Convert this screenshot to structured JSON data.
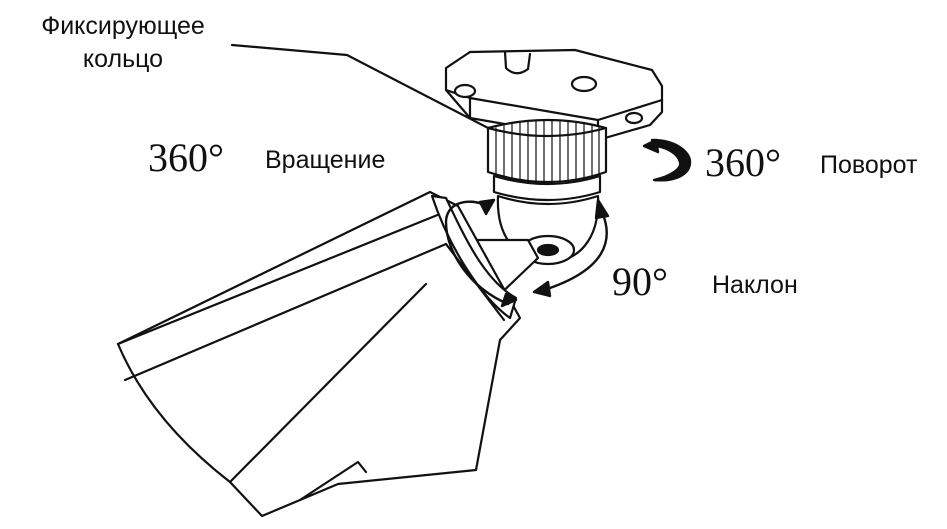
{
  "labels": {
    "fixing_ring_line1": "Фиксирующее",
    "fixing_ring_line2": "кольцо",
    "rotation_value": "360°",
    "rotation_text": "Вращение",
    "pan_value": "360°",
    "pan_text": "Поворот",
    "tilt_value": "90°",
    "tilt_text": "Наклон"
  },
  "colors": {
    "line": "#111111",
    "fill": "#ffffff"
  },
  "icons": [
    "pan-arrow-icon",
    "rotation-arrow-icon",
    "tilt-arrow-icon"
  ]
}
